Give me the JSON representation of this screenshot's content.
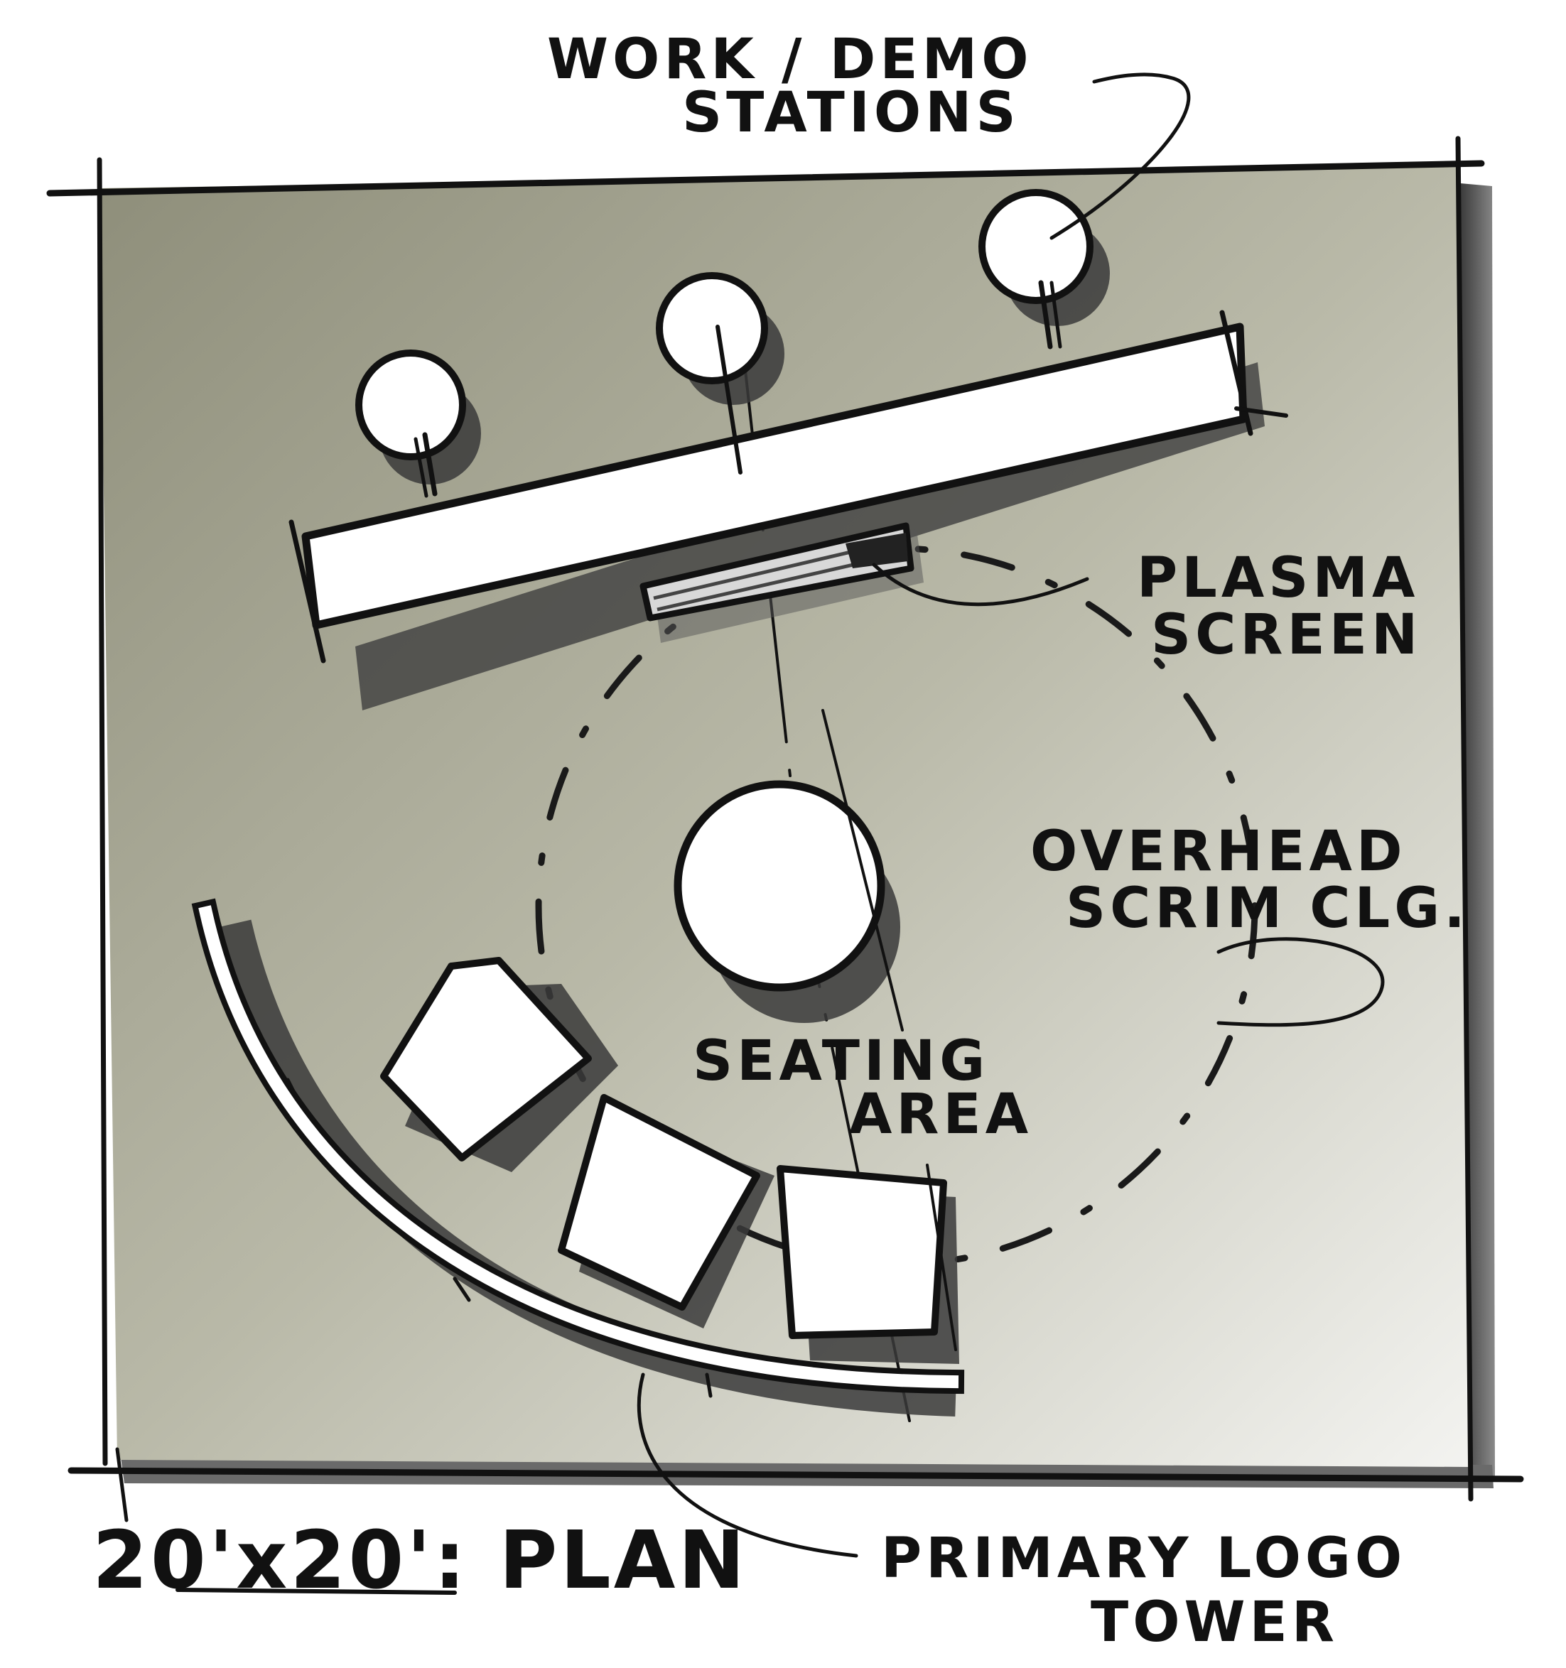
{
  "labels": {
    "workstations_line1": "WORK / DEMO",
    "workstations_line2": "STATIONS",
    "plasma_line1": "PLASMA",
    "plasma_line2": "SCREEN",
    "scrim_line1": "OVERHEAD",
    "scrim_line2": "SCRIM CLG.",
    "seating_line1": "SEATING",
    "seating_line2": "AREA",
    "tower_line1": "PRIMARY LOGO",
    "tower_line2": "TOWER",
    "plan_title": "20'x20': PLAN"
  },
  "colors": {
    "floor_dark": "#8e8e7a",
    "floor_mid": "#b9b9a8",
    "floor_light": "#f3f3f0",
    "ink": "#111111",
    "shadow": "#4a4a4a",
    "fixture_fill": "#ffffff"
  }
}
